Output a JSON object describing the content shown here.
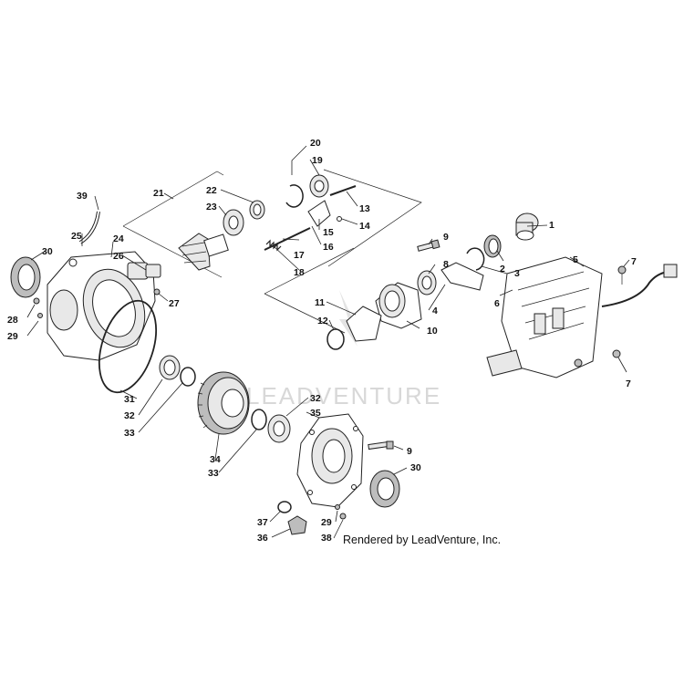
{
  "credit": "Rendered by LeadVenture, Inc.",
  "watermark": "LEADVENTURE",
  "callouts": [
    "1",
    "2",
    "3",
    "4",
    "5",
    "6",
    "7",
    "7",
    "8",
    "9",
    "9",
    "10",
    "11",
    "12",
    "13",
    "14",
    "15",
    "16",
    "17",
    "18",
    "19",
    "20",
    "21",
    "22",
    "23",
    "24",
    "25",
    "26",
    "27",
    "28",
    "29",
    "29",
    "30",
    "30",
    "31",
    "32",
    "32",
    "33",
    "33",
    "34",
    "35",
    "36",
    "37",
    "38",
    "39"
  ]
}
